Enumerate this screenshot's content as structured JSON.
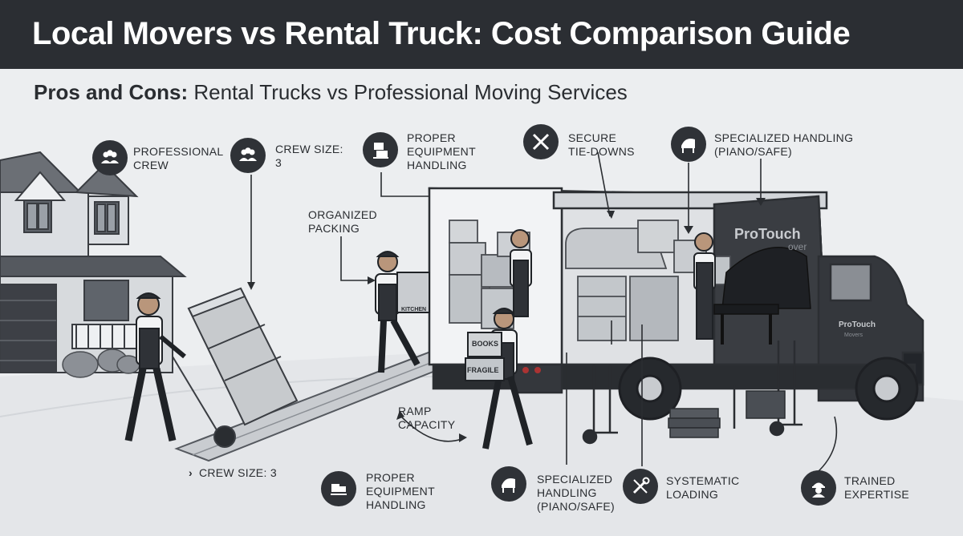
{
  "header": {
    "title": "Local Movers vs Rental Truck: Cost Comparison Guide"
  },
  "subtitle": {
    "bold": "Pros and Cons:",
    "rest": " Rental Trucks vs Professional Moving Services"
  },
  "callouts": {
    "professional_crew": "PROFESSIONAL\nCREW",
    "crew_size_top": "CREW SIZE:\n3",
    "proper_equipment_top": "PROPER\nEQUIPMENT\nHANDLING",
    "secure_tie_downs": "SECURE\nTIE-DOWNS",
    "specialized_top": "SPECIALIZED HANDLING\n(PIANO/SAFE)",
    "organized_packing": "ORGANIZED\nPACKING",
    "ramp_capacity": "RAMP\nCAPACITY",
    "crew_size_bottom": "CREW SIZE: 3",
    "proper_equipment_bottom": "PROPER\nEQUIPMENT\nHANDLING",
    "specialized_bottom": "SPECIALIZED\nHANDLING\n(PIANO/SAFE)",
    "systematic_loading": "SYSTEMATIC\nLOADING",
    "trained_expertise": "TRAINED\nEXPERTISE"
  },
  "truck": {
    "brand": "ProTouch",
    "brand_suffix": "over",
    "door_brand": "ProTouch",
    "door_sub": "Movers"
  },
  "box_labels": {
    "kitchen": "KITCHEN",
    "books": "BOOKS",
    "fragile": "FRAGILE"
  },
  "icons": {
    "crew": "group-icon",
    "equipment": "equipment-icon",
    "tie_downs": "tools-cross-icon",
    "piano": "grand-piano-icon",
    "loading": "wrench-icon",
    "expertise": "worker-helmet-icon",
    "arrow": "chevron-right-icon"
  },
  "colors": {
    "header_bg": "#2b2e33",
    "badge_bg": "#2f3237",
    "truck_body": "#34373c",
    "background": "#eceef0"
  }
}
